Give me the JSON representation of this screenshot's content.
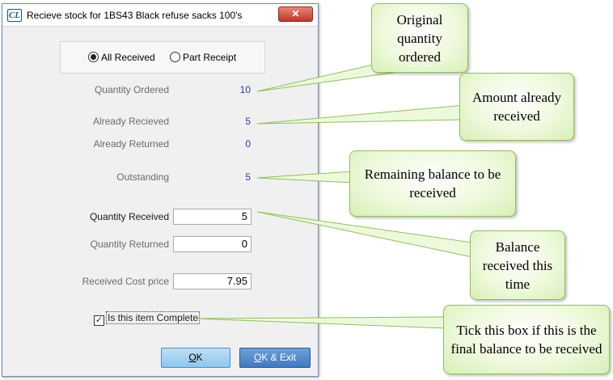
{
  "dialog": {
    "title": "Recieve stock for 1BS43 Black refuse sacks 100's",
    "logo_text": "CL",
    "close_glyph": "✕"
  },
  "receipt_type": {
    "options": [
      {
        "label": "All Received",
        "selected": true
      },
      {
        "label": "Part Receipt",
        "selected": false
      }
    ]
  },
  "summary": {
    "quantity_ordered": {
      "label": "Quantity Ordered",
      "value": "10"
    },
    "already_received": {
      "label": "Already Recieved",
      "value": "5"
    },
    "already_returned": {
      "label": "Already Returned",
      "value": "0"
    },
    "outstanding": {
      "label": "Outstanding",
      "value": "5"
    }
  },
  "inputs": {
    "quantity_received": {
      "label": "Quantity Received",
      "value": "5"
    },
    "quantity_returned": {
      "label": "Quantity Returned",
      "value": "0"
    },
    "received_cost_price": {
      "label": "Received Cost price",
      "value": "7.95"
    }
  },
  "complete_checkbox": {
    "label": "Is this item Complete",
    "checked": true,
    "check_glyph": "✓"
  },
  "buttons": {
    "ok": {
      "mnemonic": "O",
      "rest": "K"
    },
    "ok_exit": {
      "mnemonic": "O",
      "rest": "K & Exit"
    }
  },
  "callouts": {
    "original_quantity": "Original quantity ordered",
    "already_received": "Amount already received",
    "remaining_balance": "Remaining balance to be received",
    "balance_received": "Balance received this time",
    "tick_box": "Tick this box if this is the final balance to be received"
  },
  "colors": {
    "value_blue": "#1f3fae",
    "callout_border": "#8fbf5b",
    "close_red": "#c1362b"
  }
}
